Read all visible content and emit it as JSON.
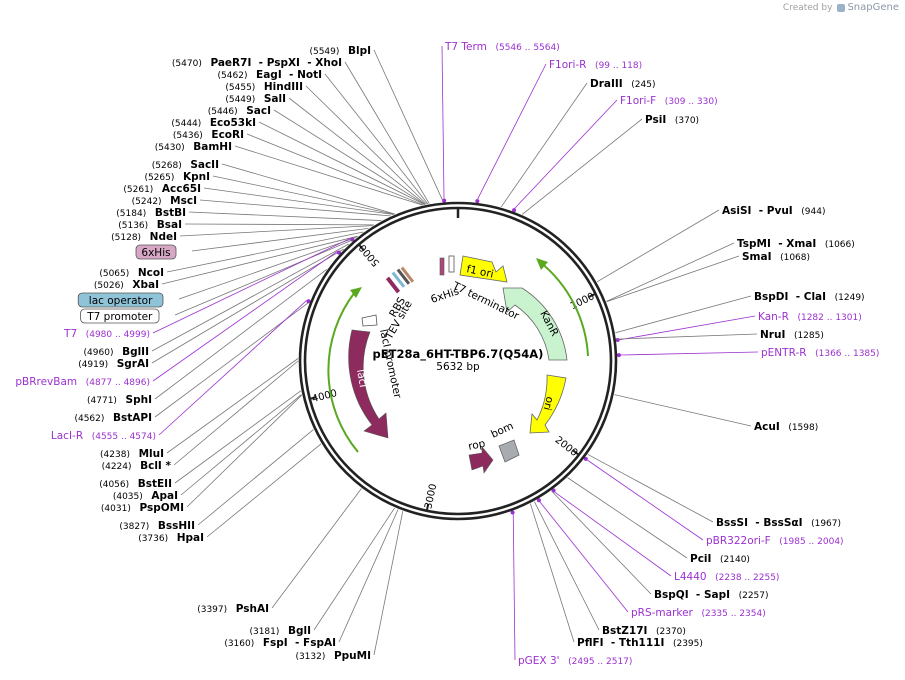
{
  "watermark": {
    "prefix": "Created by",
    "brand": "SnapGene"
  },
  "plasmid": {
    "name": "pET28a_6HT-TBP6.7(Q54A)",
    "size_label": "5632 bp",
    "length": 5632,
    "tick_labels": [
      {
        "text": "1000",
        "pos": 1000
      },
      {
        "text": "2000",
        "pos": 2000
      },
      {
        "text": "3000",
        "pos": 3000
      },
      {
        "text": "4000",
        "pos": 4000
      },
      {
        "text": "5000",
        "pos": 5000
      }
    ]
  },
  "colors": {
    "enzyme_text": "#000000",
    "primer": "#9b30d0",
    "leader": "#555555",
    "lacI": "#8e2b5e",
    "KanR": "#c9f3cf",
    "ori": "#ffff00",
    "f1ori": "#ffff00",
    "arrow_green": "#5aa820",
    "six_his_box": "#d7a8c6",
    "lac_operator_box": "#8fc3d8"
  },
  "labels": [
    {
      "kind": "enzyme",
      "pos": "(5549)",
      "names": [
        "BlpI"
      ]
    },
    {
      "kind": "enzyme",
      "pos": "(5470)",
      "names": [
        "PaeR7I",
        "PspXI",
        "XhoI"
      ]
    },
    {
      "kind": "enzyme",
      "pos": "(5462)",
      "names": [
        "EagI",
        "NotI"
      ]
    },
    {
      "kind": "enzyme",
      "pos": "(5455)",
      "names": [
        "HindIII"
      ]
    },
    {
      "kind": "enzyme",
      "pos": "(5449)",
      "names": [
        "SalI"
      ]
    },
    {
      "kind": "enzyme",
      "pos": "(5446)",
      "names": [
        "SacI"
      ]
    },
    {
      "kind": "enzyme",
      "pos": "(5444)",
      "names": [
        "Eco53kI"
      ]
    },
    {
      "kind": "enzyme",
      "pos": "(5436)",
      "names": [
        "EcoRI"
      ]
    },
    {
      "kind": "enzyme",
      "pos": "(5430)",
      "names": [
        "BamHI"
      ]
    },
    {
      "kind": "enzyme",
      "pos": "(5268)",
      "names": [
        "SacII"
      ]
    },
    {
      "kind": "enzyme",
      "pos": "(5265)",
      "names": [
        "KpnI"
      ]
    },
    {
      "kind": "enzyme",
      "pos": "(5261)",
      "names": [
        "Acc65I"
      ]
    },
    {
      "kind": "enzyme",
      "pos": "(5242)",
      "names": [
        "MscI"
      ]
    },
    {
      "kind": "enzyme",
      "pos": "(5184)",
      "names": [
        "BstBI"
      ]
    },
    {
      "kind": "enzyme",
      "pos": "(5136)",
      "names": [
        "BsaI"
      ]
    },
    {
      "kind": "enzyme",
      "pos": "(5128)",
      "names": [
        "NdeI"
      ]
    },
    {
      "kind": "feature-box",
      "text": "6xHis"
    },
    {
      "kind": "enzyme",
      "pos": "(5065)",
      "names": [
        "NcoI"
      ]
    },
    {
      "kind": "enzyme",
      "pos": "(5026)",
      "names": [
        "XbaI"
      ]
    },
    {
      "kind": "feature-box",
      "text": "lac operator"
    },
    {
      "kind": "feature-box",
      "text": "T7 promoter"
    },
    {
      "kind": "primer",
      "name": "T7",
      "range": "(4980 .. 4999)"
    },
    {
      "kind": "enzyme",
      "pos": "(4960)",
      "names": [
        "BglII"
      ]
    },
    {
      "kind": "enzyme",
      "pos": "(4919)",
      "names": [
        "SgrAI"
      ]
    },
    {
      "kind": "primer",
      "name": "pBRrevBam",
      "range": "(4877 .. 4896)"
    },
    {
      "kind": "enzyme",
      "pos": "(4771)",
      "names": [
        "SphI"
      ]
    },
    {
      "kind": "enzyme",
      "pos": "(4562)",
      "names": [
        "BstAPI"
      ]
    },
    {
      "kind": "primer",
      "name": "LacI-R",
      "range": "(4555 .. 4574)"
    },
    {
      "kind": "enzyme",
      "pos": "(4238)",
      "names": [
        "MluI"
      ]
    },
    {
      "kind": "enzyme",
      "pos": "(4224)",
      "names": [
        "BclI *"
      ]
    },
    {
      "kind": "enzyme",
      "pos": "(4056)",
      "names": [
        "BstEII"
      ]
    },
    {
      "kind": "enzyme",
      "pos": "(4035)",
      "names": [
        "ApaI"
      ]
    },
    {
      "kind": "enzyme",
      "pos": "(4031)",
      "names": [
        "PspOMI"
      ]
    },
    {
      "kind": "enzyme",
      "pos": "(3827)",
      "names": [
        "BssHII"
      ]
    },
    {
      "kind": "enzyme",
      "pos": "(3736)",
      "names": [
        "HpaI"
      ]
    },
    {
      "kind": "enzyme",
      "pos": "(3397)",
      "names": [
        "PshAI"
      ]
    },
    {
      "kind": "enzyme",
      "pos": "(3181)",
      "names": [
        "BglI"
      ]
    },
    {
      "kind": "enzyme",
      "pos": "(3160)",
      "names": [
        "FspI",
        "FspAI"
      ]
    },
    {
      "kind": "enzyme",
      "pos": "(3132)",
      "names": [
        "PpuMI"
      ]
    },
    {
      "kind": "primer",
      "name": "T7 Term",
      "range": "(5546 .. 5564)"
    },
    {
      "kind": "primer",
      "name": "F1ori-R",
      "range": "(99 .. 118)"
    },
    {
      "kind": "enzyme",
      "pos": "(245)",
      "names": [
        "DraIII"
      ]
    },
    {
      "kind": "primer",
      "name": "F1ori-F",
      "range": "(309 .. 330)"
    },
    {
      "kind": "enzyme",
      "pos": "(370)",
      "names": [
        "PsiI"
      ]
    },
    {
      "kind": "enzyme",
      "pos": "(944)",
      "names": [
        "AsiSI",
        "PvuI"
      ]
    },
    {
      "kind": "enzyme",
      "pos": "(1066)",
      "names": [
        "TspMI",
        "XmaI"
      ]
    },
    {
      "kind": "enzyme",
      "pos": "(1068)",
      "names": [
        "SmaI"
      ]
    },
    {
      "kind": "enzyme",
      "pos": "(1249)",
      "names": [
        "BspDI",
        "ClaI"
      ]
    },
    {
      "kind": "primer",
      "name": "Kan-R",
      "range": "(1282 .. 1301)"
    },
    {
      "kind": "enzyme",
      "pos": "(1285)",
      "names": [
        "NruI"
      ]
    },
    {
      "kind": "primer",
      "name": "pENTR-R",
      "range": "(1366 .. 1385)"
    },
    {
      "kind": "enzyme",
      "pos": "(1598)",
      "names": [
        "AcuI"
      ]
    },
    {
      "kind": "enzyme",
      "pos": "(1967)",
      "names": [
        "BssSI",
        "BssSαI"
      ]
    },
    {
      "kind": "primer",
      "name": "pBR322ori-F",
      "range": "(1985 .. 2004)"
    },
    {
      "kind": "enzyme",
      "pos": "(2140)",
      "names": [
        "PciI"
      ]
    },
    {
      "kind": "primer",
      "name": "L4440",
      "range": "(2238 .. 2255)"
    },
    {
      "kind": "enzyme",
      "pos": "(2257)",
      "names": [
        "BspQI",
        "SapI"
      ]
    },
    {
      "kind": "primer",
      "name": "pRS-marker",
      "range": "(2335 .. 2354)"
    },
    {
      "kind": "enzyme",
      "pos": "(2370)",
      "names": [
        "BstZ17I"
      ]
    },
    {
      "kind": "enzyme",
      "pos": "(2395)",
      "names": [
        "PflFI",
        "Tth111I"
      ]
    },
    {
      "kind": "primer",
      "name": "pGEX 3'",
      "range": "(2495 .. 2517)"
    }
  ],
  "features": [
    {
      "name": "f1 ori",
      "label": "f1 ori"
    },
    {
      "name": "T7 terminator",
      "label": "T7 terminator"
    },
    {
      "name": "KanR",
      "label": "KanR"
    },
    {
      "name": "ori",
      "label": "ori"
    },
    {
      "name": "bom",
      "label": "bom"
    },
    {
      "name": "rop",
      "label": "rop"
    },
    {
      "name": "lacI",
      "label": "lacI"
    },
    {
      "name": "lacI promoter",
      "label": "lacI promoter"
    },
    {
      "name": "6xHis",
      "label": "6xHis"
    },
    {
      "name": "TEV site",
      "label": "TEV site"
    },
    {
      "name": "RBS",
      "label": "RBS"
    }
  ]
}
